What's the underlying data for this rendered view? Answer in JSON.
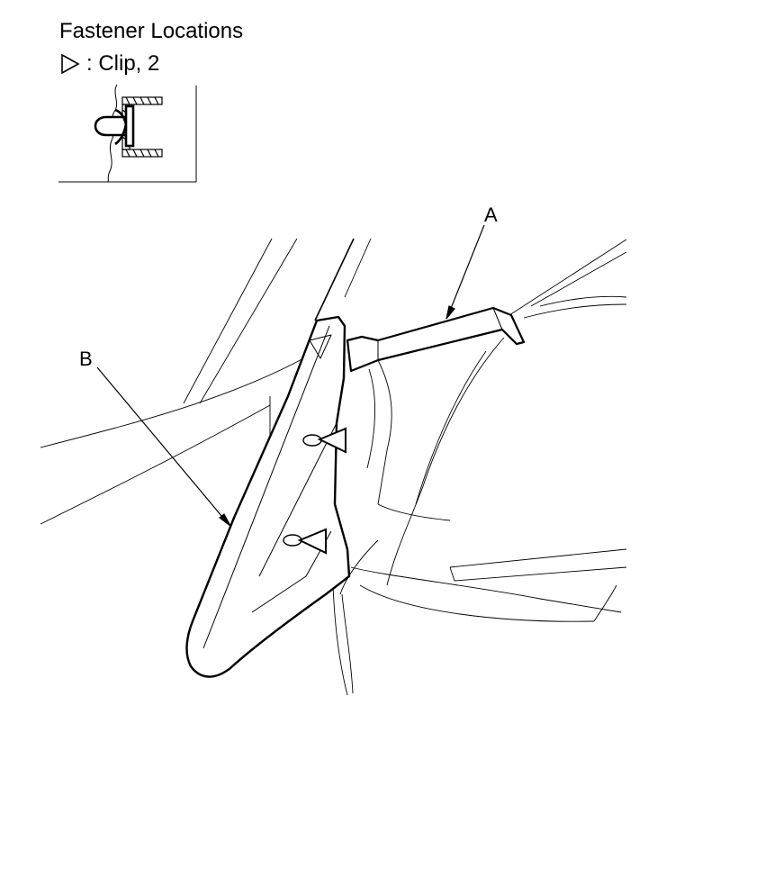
{
  "header": {
    "title": "Fastener Locations",
    "legend": {
      "icon": "clip-triangle-icon",
      "label": ": Clip, 2"
    }
  },
  "callouts": {
    "a": "A",
    "b": "B"
  }
}
